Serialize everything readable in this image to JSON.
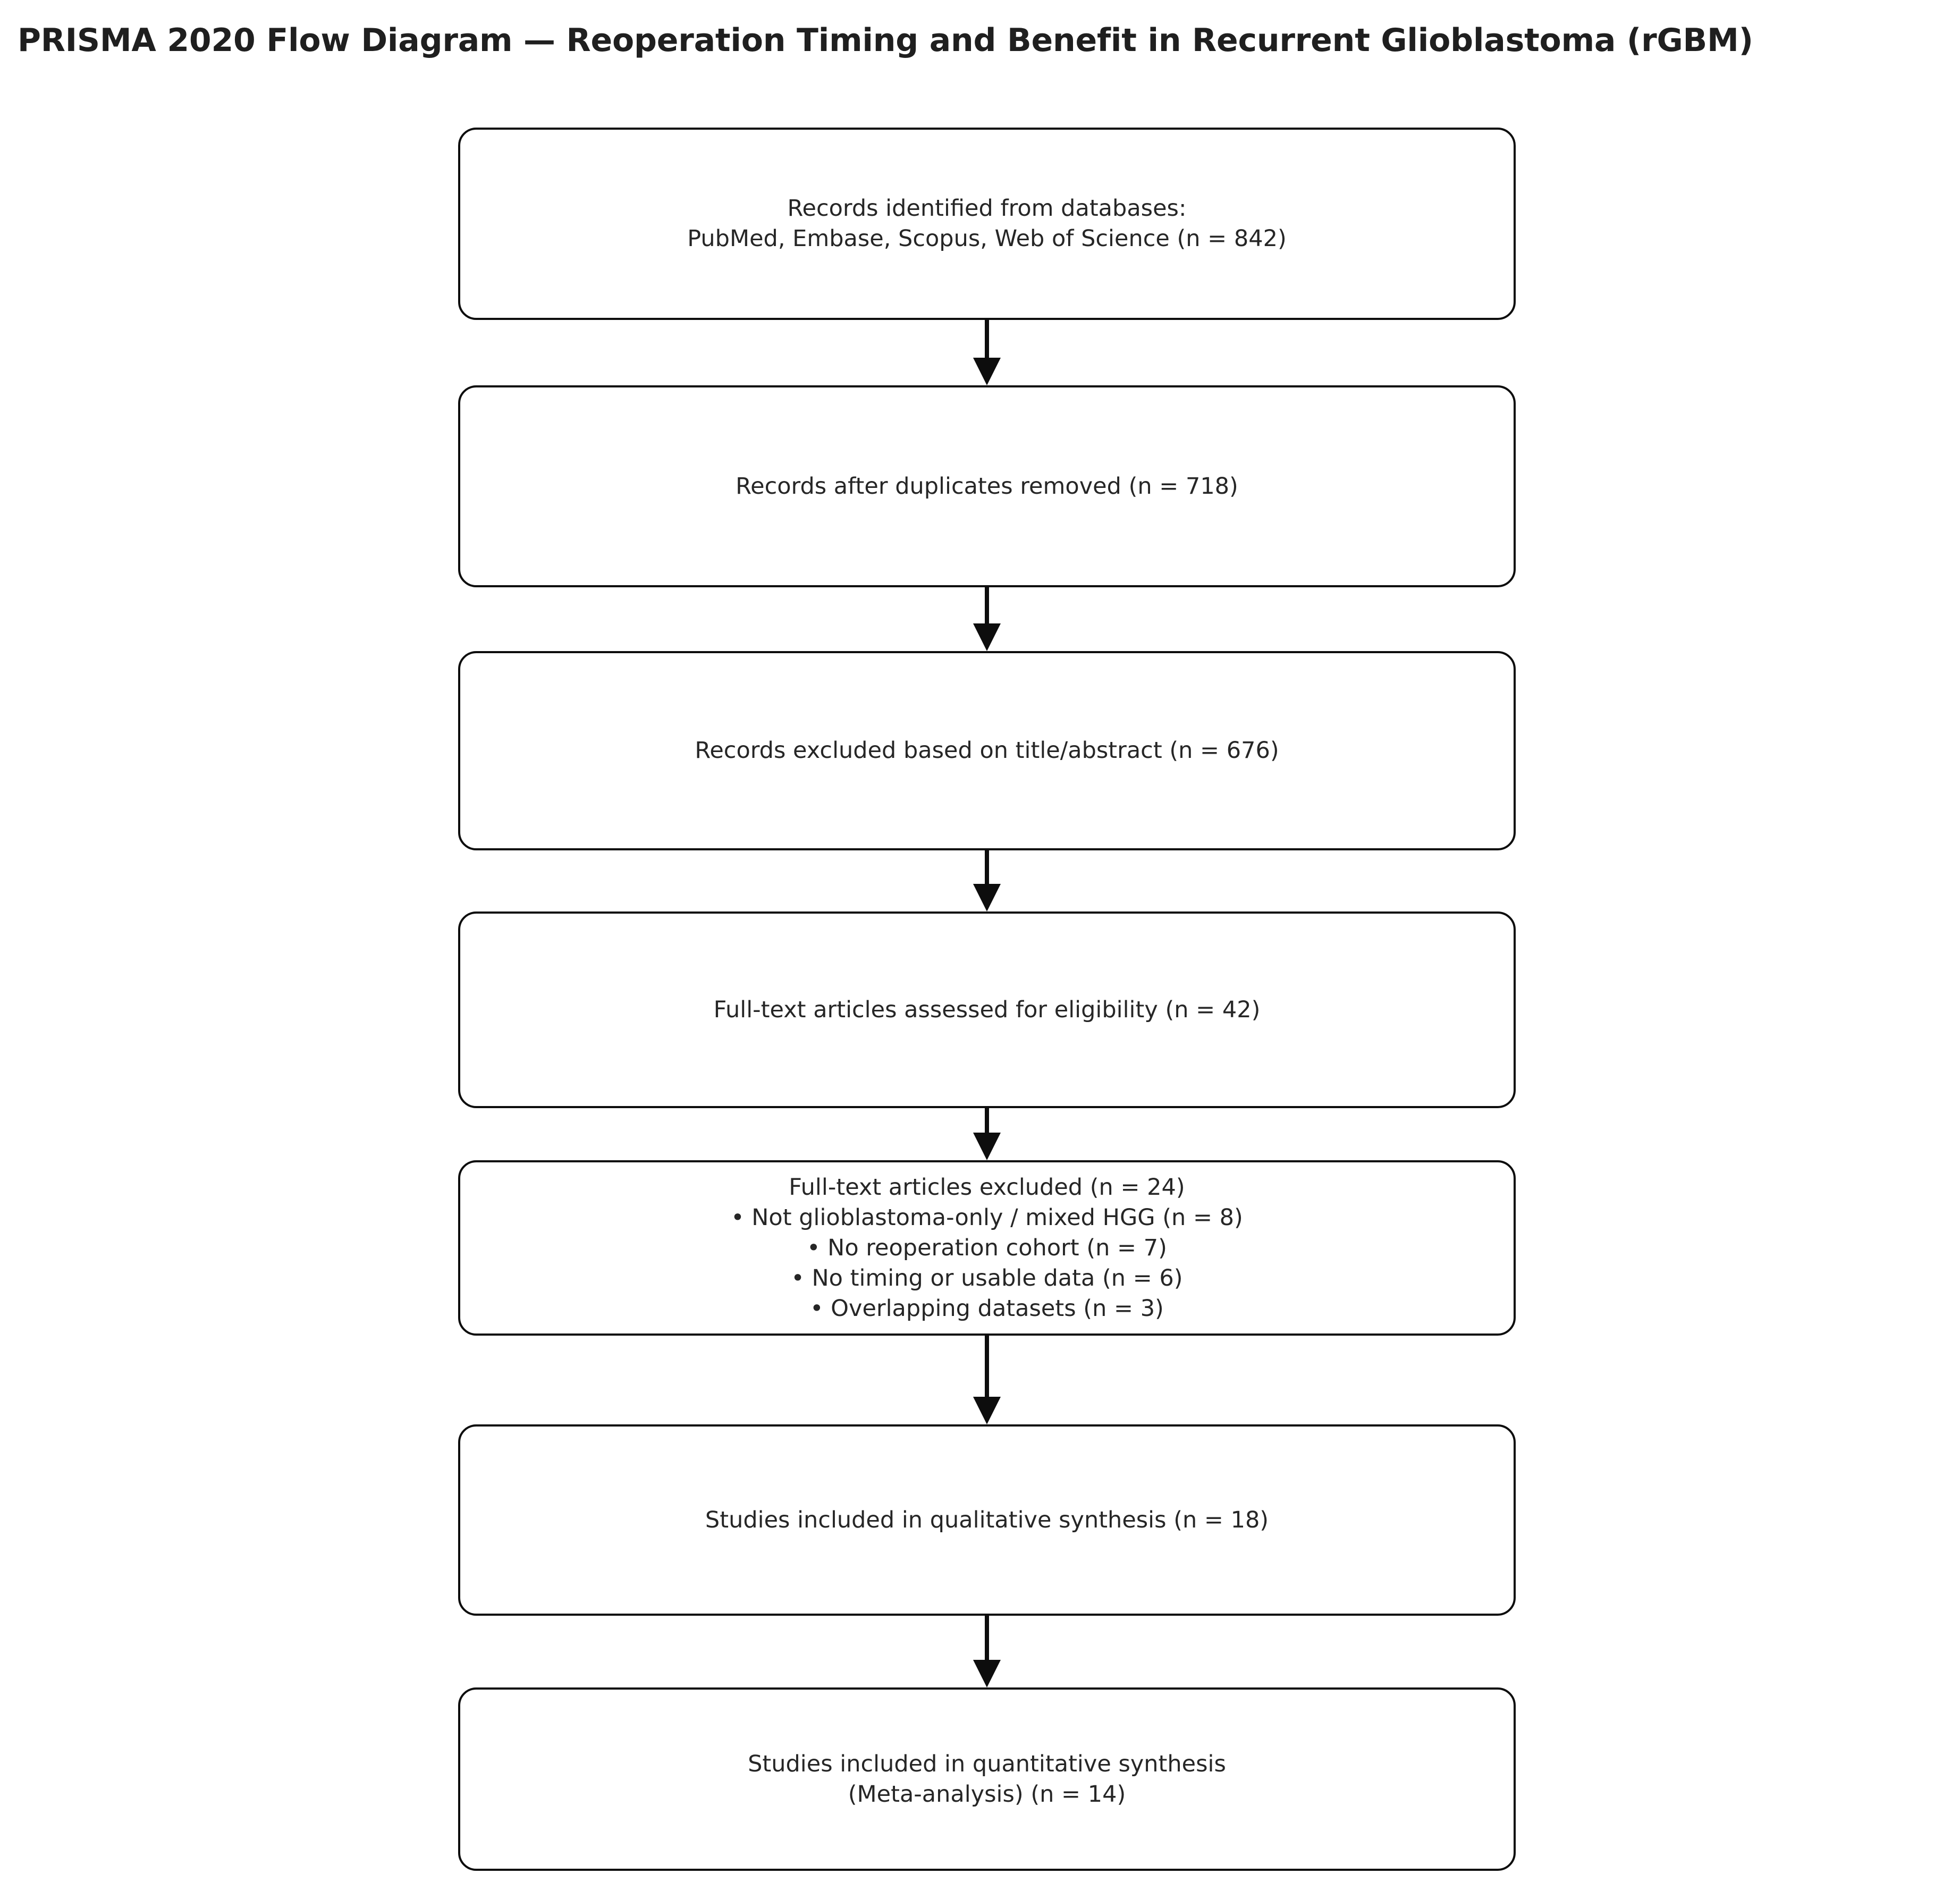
{
  "diagram": {
    "title": "PRISMA 2020 Flow Diagram — Reoperation Timing and Benefit in Recurrent Glioblastoma (rGBM)",
    "type": "prisma-flow-diagram",
    "background_color": "#ffffff",
    "box_border_color": "#0d0d0d",
    "text_color": "#262626",
    "title_color": "#1f1f1f",
    "nodes": [
      {
        "id": "identification",
        "label": "Records identified from databases:\nPubMed, Embase, Scopus, Web of Science (n = 842)",
        "line1": "Records identified from databases:",
        "line2": "PubMed, Embase, Scopus, Web of Science (n = 842)",
        "count": 842,
        "databases": [
          "PubMed",
          "Embase",
          "Scopus",
          "Web of Science"
        ]
      },
      {
        "id": "duplicates-removed",
        "label": "Records after duplicates removed (n = 718)",
        "count": 718
      },
      {
        "id": "records-excluded-title-abstract",
        "label": "Records excluded based on title/abstract (n = 676)",
        "count": 676
      },
      {
        "id": "fulltext-assessed",
        "label": "Full-text articles assessed for eligibility (n = 42)",
        "count": 42
      },
      {
        "id": "fulltext-excluded",
        "label": "Full-text articles excluded (n = 24)\n• Not glioblastoma-only / mixed HGG (n = 8)\n• No reoperation cohort (n = 7)\n• No timing or usable data (n = 6)\n• Overlapping datasets (n = 3)",
        "count": 24,
        "reasons": [
          {
            "text": "• Not glioblastoma-only / mixed HGG (n = 8)",
            "n": 8
          },
          {
            "text": "• No reoperation cohort (n = 7)",
            "n": 7
          },
          {
            "text": "• No timing or usable data (n = 6)",
            "n": 6
          },
          {
            "text": "• Overlapping datasets (n = 3)",
            "n": 3
          }
        ]
      },
      {
        "id": "qualitative-synthesis",
        "label": "Studies included in qualitative synthesis (n = 18)",
        "count": 18
      },
      {
        "id": "quantitative-synthesis",
        "label": "Studies included in quantitative synthesis\n(Meta-analysis) (n = 14)",
        "line1": "Studies included in quantitative synthesis",
        "line2": "(Meta-analysis) (n = 14)",
        "count": 14
      }
    ],
    "edges": [
      {
        "from": "identification",
        "to": "duplicates-removed"
      },
      {
        "from": "duplicates-removed",
        "to": "records-excluded-title-abstract"
      },
      {
        "from": "records-excluded-title-abstract",
        "to": "fulltext-assessed"
      },
      {
        "from": "fulltext-assessed",
        "to": "fulltext-excluded"
      },
      {
        "from": "fulltext-excluded",
        "to": "qualitative-synthesis"
      },
      {
        "from": "qualitative-synthesis",
        "to": "quantitative-synthesis"
      }
    ]
  }
}
